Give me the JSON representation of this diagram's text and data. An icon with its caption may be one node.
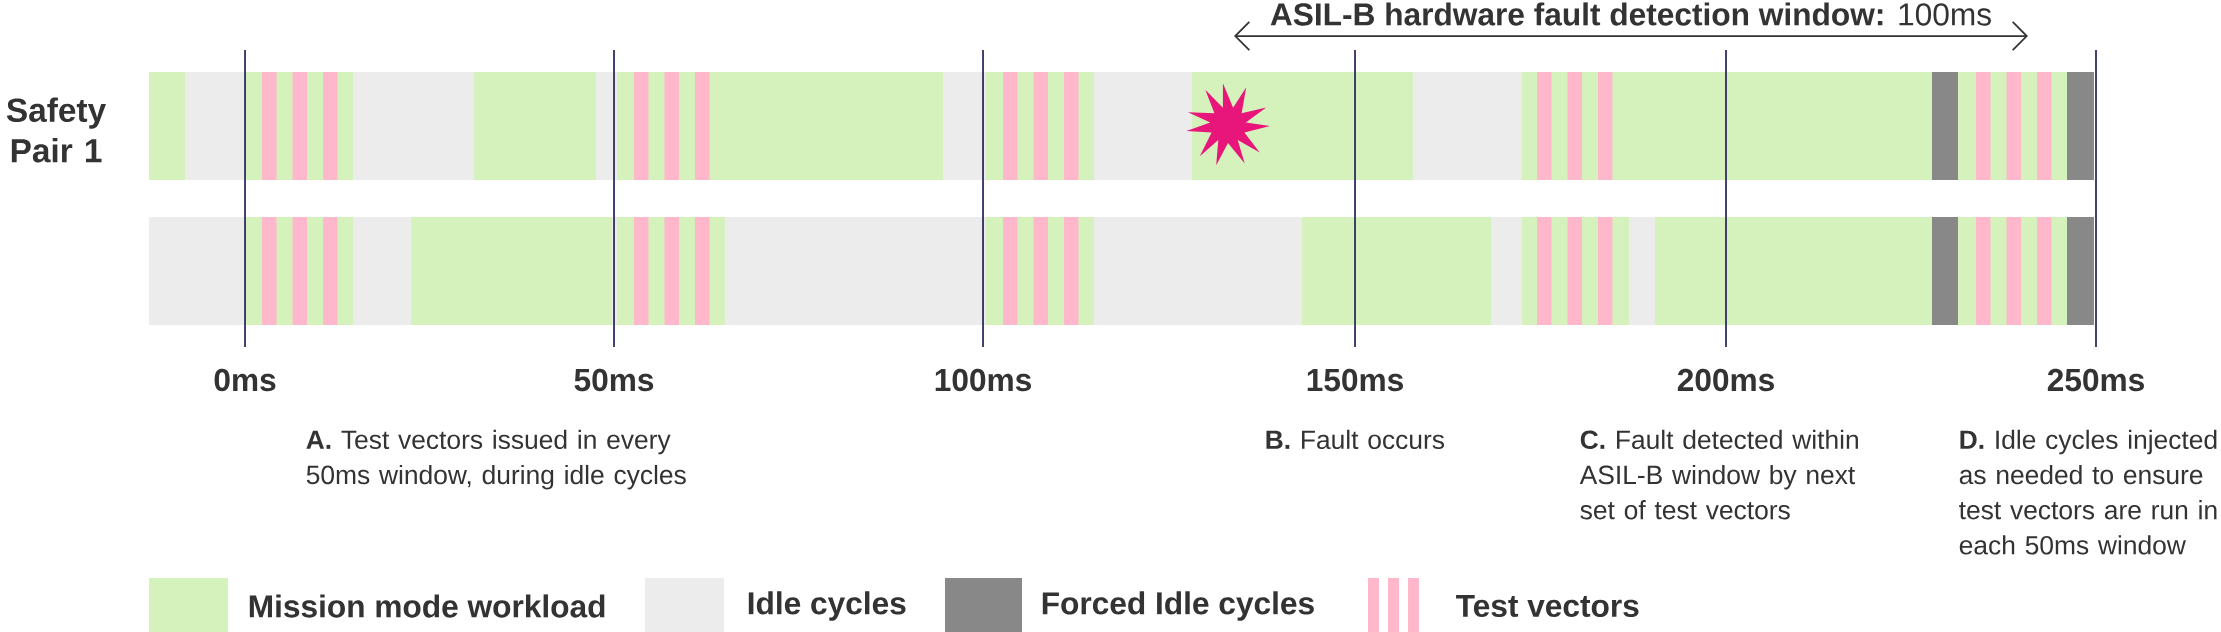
{
  "diagram": {
    "labels": [
      "Safety Pair 1",
      "**ASIL-B hardware fault detection window:** 100ms",
      "0ms",
      "50ms",
      "100ms",
      "150ms",
      "200ms",
      "250ms",
      "**A.** Test vectors issued in every 50ms window, during idle cycles",
      "**B.** Fault occurs",
      "**C.** Fault detected within ASIL-B window by next set of test vectors",
      "**D.** Idle cycles injected as needed to ensure test vectors are run in each 50ms window"
    ],
    "legend": [
      {
        "text": "Mission mode workload",
        "color": "#d6f2bc"
      },
      {
        "text": "Idle cycles",
        "color": "#ececec"
      },
      {
        "text": "Forced Idle cycles",
        "color": "#888888"
      },
      {
        "text": "Test vectors",
        "color": "#ffb8cb"
      }
    ]
  }
}
